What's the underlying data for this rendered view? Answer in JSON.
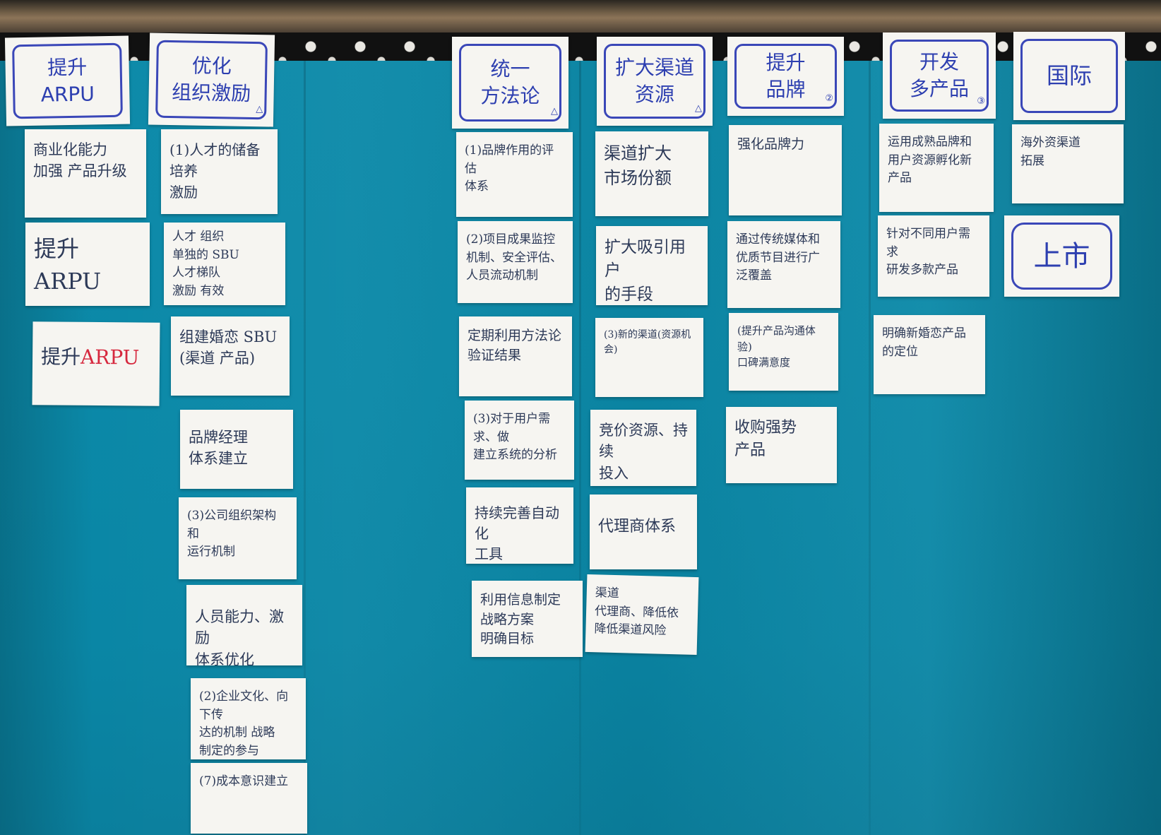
{
  "columns": [
    {
      "header": "提升\nARPU",
      "cards": [
        "商业化能力\n加强 产品升级",
        "提升ARPU",
        "提升ARPU"
      ]
    },
    {
      "header": "优化\n组织激励",
      "cards": [
        "(1)人才的储备 培养\n激励",
        "人才 组织\n单独的 SBU\n人才梯队\n激励 有效",
        "组建婚恋 SBU\n(渠道 产品)",
        "品牌经理\n体系建立",
        "(3)公司组织架构和\n运行机制",
        "人员能力、激励\n体系优化",
        "(2)企业文化、向下传\n达的机制 战略\n制定的参与",
        "(7)成本意识建立"
      ]
    },
    {
      "header": "统一\n方法论",
      "cards": [
        "(1)品牌作用的评估\n体系",
        "(2)项目成果监控\n机制、安全评估、\n人员流动机制",
        "定期利用方法论\n验证结果",
        "(3)对于用户需求、做\n建立系统的分析",
        "持续完善自动化\n工具",
        "利用信息制定\n战略方案\n明确目标"
      ]
    },
    {
      "header": "扩大渠道\n资源",
      "cards": [
        "渠道扩大\n市场份额",
        "扩大吸引用户\n的手段",
        "(3)新的渠道(资源机会)",
        "竞价资源、持续\n投入",
        "代理商体系",
        "渠道\n代理商、降低依\n降低渠道风险"
      ]
    },
    {
      "header": "提升\n品牌",
      "cards": [
        "强化品牌力",
        "通过传统媒体和\n优质节目进行广\n泛覆盖",
        "(提升产品沟通体验)\n口碑满意度",
        "收购强势\n产品"
      ]
    },
    {
      "header": "开发\n多产品",
      "cards": [
        "运用成熟品牌和\n用户资源孵化新\n产品",
        "针对不同用户需求\n研发多款产品",
        "明确新婚恋产品\n的定位"
      ]
    },
    {
      "header": "国际",
      "cards": [
        "海外资渠道\n拓展",
        "上市"
      ]
    }
  ],
  "red_text": "ARPU",
  "colors": {
    "cloth": "#0b89a8",
    "paper": "#f6f5f1",
    "ink_blue": "#2d3fb0",
    "ink_red": "#d6283e"
  }
}
